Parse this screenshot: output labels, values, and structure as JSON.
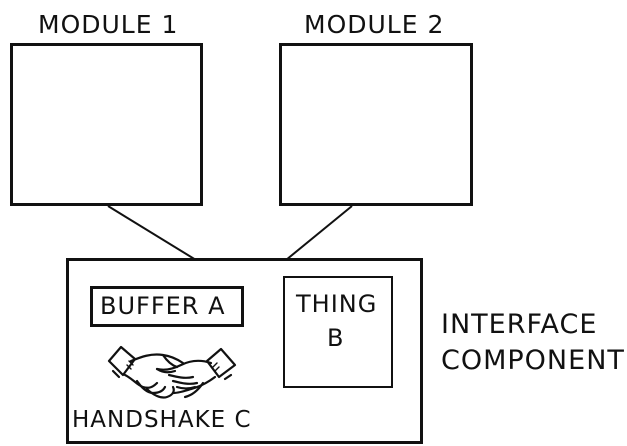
{
  "modules": [
    {
      "label": "MODULE 1"
    },
    {
      "label": "MODULE 2"
    }
  ],
  "interface": {
    "label_line1": "INTERFACE",
    "label_line2": "COMPONENT",
    "buffer_label": "BUFFER A",
    "thing_line1": "THING",
    "thing_line2": "B",
    "handshake_label": "HANDSHAKE C"
  }
}
